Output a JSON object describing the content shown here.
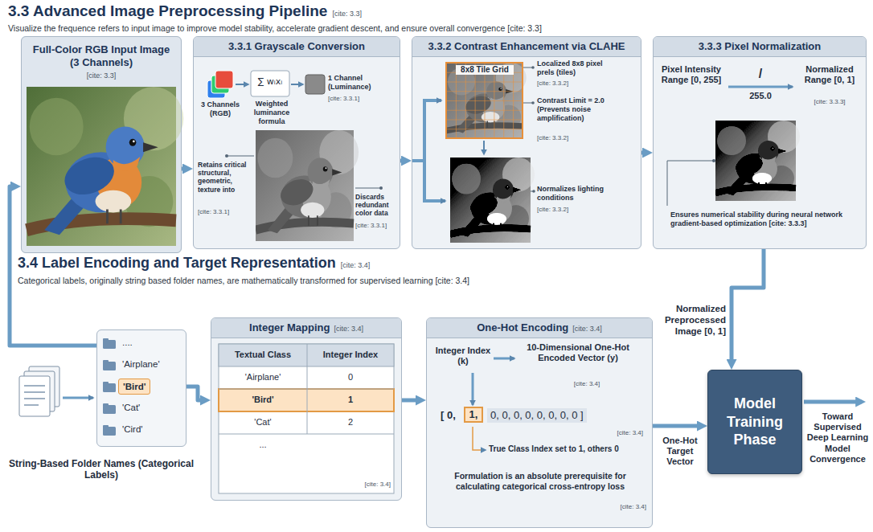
{
  "diagram": {
    "title": "3.3 Advanced Image Preprocessing Pipeline",
    "nodes": [
      {
        "text": [
          "Full-Color RGB Input Image (3 Channels)",
          "[cite: 3.3]"
        ]
      },
      {
        "text": [
          "3.3.1 Grayscale Conversion"
        ]
      },
      {
        "text": [
          "3.3.2 Contrast Enhancement via CLAHE"
        ]
      },
      {
        "text": [
          "3.3.3 Pixel Normalization"
        ]
      },
      {
        "text": [
          "....",
          "'Airplane'",
          "'Bird'",
          "'Cat'",
          "'Cird'"
        ]
      },
      {
        "text": [
          "Integer Mapping",
          "[cite: 3.4]"
        ]
      },
      {
        "text": [
          "One-Hot Encoding",
          "[cite: 3.4]"
        ]
      },
      {
        "text": [
          "Model Training Phase"
        ]
      }
    ],
    "edges": [
      {
        "from": 0,
        "to": 1,
        "arrow": "to"
      },
      {
        "from": 1,
        "to": 2,
        "arrow": "to"
      },
      {
        "from": 2,
        "to": 3,
        "arrow": "to"
      },
      {
        "from": 3,
        "to": 7,
        "arrow": "to",
        "label": "Normalized Preprocessed Image [0, 1]"
      },
      {
        "from": 4,
        "to": 0,
        "arrow": "to"
      },
      {
        "from": 4,
        "to": 5,
        "arrow": "to"
      },
      {
        "from": 5,
        "to": 6,
        "arrow": "to"
      },
      {
        "from": 6,
        "to": 7,
        "arrow": "to",
        "label": "One-Hot Target Vector"
      }
    ],
    "labels": [
      "[cite: 3.3]",
      "Visualize the frequence refers to input image to improve model stability, accelerate gradient descent, and ensure overall convergence [cite: 3.3]",
      "3 Channels (RGB)",
      "∑ wᵢxᵢ",
      "Weighted luminance formula",
      "1 Channel (Luminance)",
      "[cite: 3.3.1]",
      "Retains critical structural, geometric, texture into",
      "[cite: 3.3.1]",
      "Discards redundant color data",
      "[cite: 3.3.1]",
      "8x8 Tile Grid",
      "Localized 8x8 pixel prels (tiles)",
      "[cite: 3.3.2]",
      "Contrast Limit = 2.0 (Prevents noise amplification)",
      "[cite: 3.3.2]",
      "Normalizes lighting conditions",
      "[cite: 3.3.2]",
      "Pixel Intensity Range [0, 255]",
      "/",
      "255.0",
      "Normalized Range [0, 1]",
      "[cite: 3.3.3]",
      "Ensures numerical stability during neural network gradient-based optimization [cite: 3.3.3]",
      "3.4 Label Encoding and Target Representation",
      "[cite: 3.4]",
      "Categorical labels, originally string based folder names, are mathematically transformed for supervised learning [cite: 3.4]",
      "String-Based Folder Names (Categorical Labels)",
      "Textual Class",
      "Integer Index",
      "'Airplane'",
      "0",
      "'Bird'",
      "1",
      "'Cat'",
      "2",
      "...",
      "[cite: 3.4]",
      "Integer Index (k)",
      "10-Dimensional One-Hot Encoded Vector (y)",
      "[cite: 3.4]",
      "[ 0,",
      "1,",
      "0, 0, 0, 0, 0, 0, 0, 0 ]",
      "[cite: 3.4]",
      "True Class Index set to 1, others 0",
      "Formulation is an absolute prerequisite for calculating categorical cross-entropy loss",
      "[cite: 3.4]",
      "Toward Supervised Deep Learning Model Convergence"
    ]
  }
}
